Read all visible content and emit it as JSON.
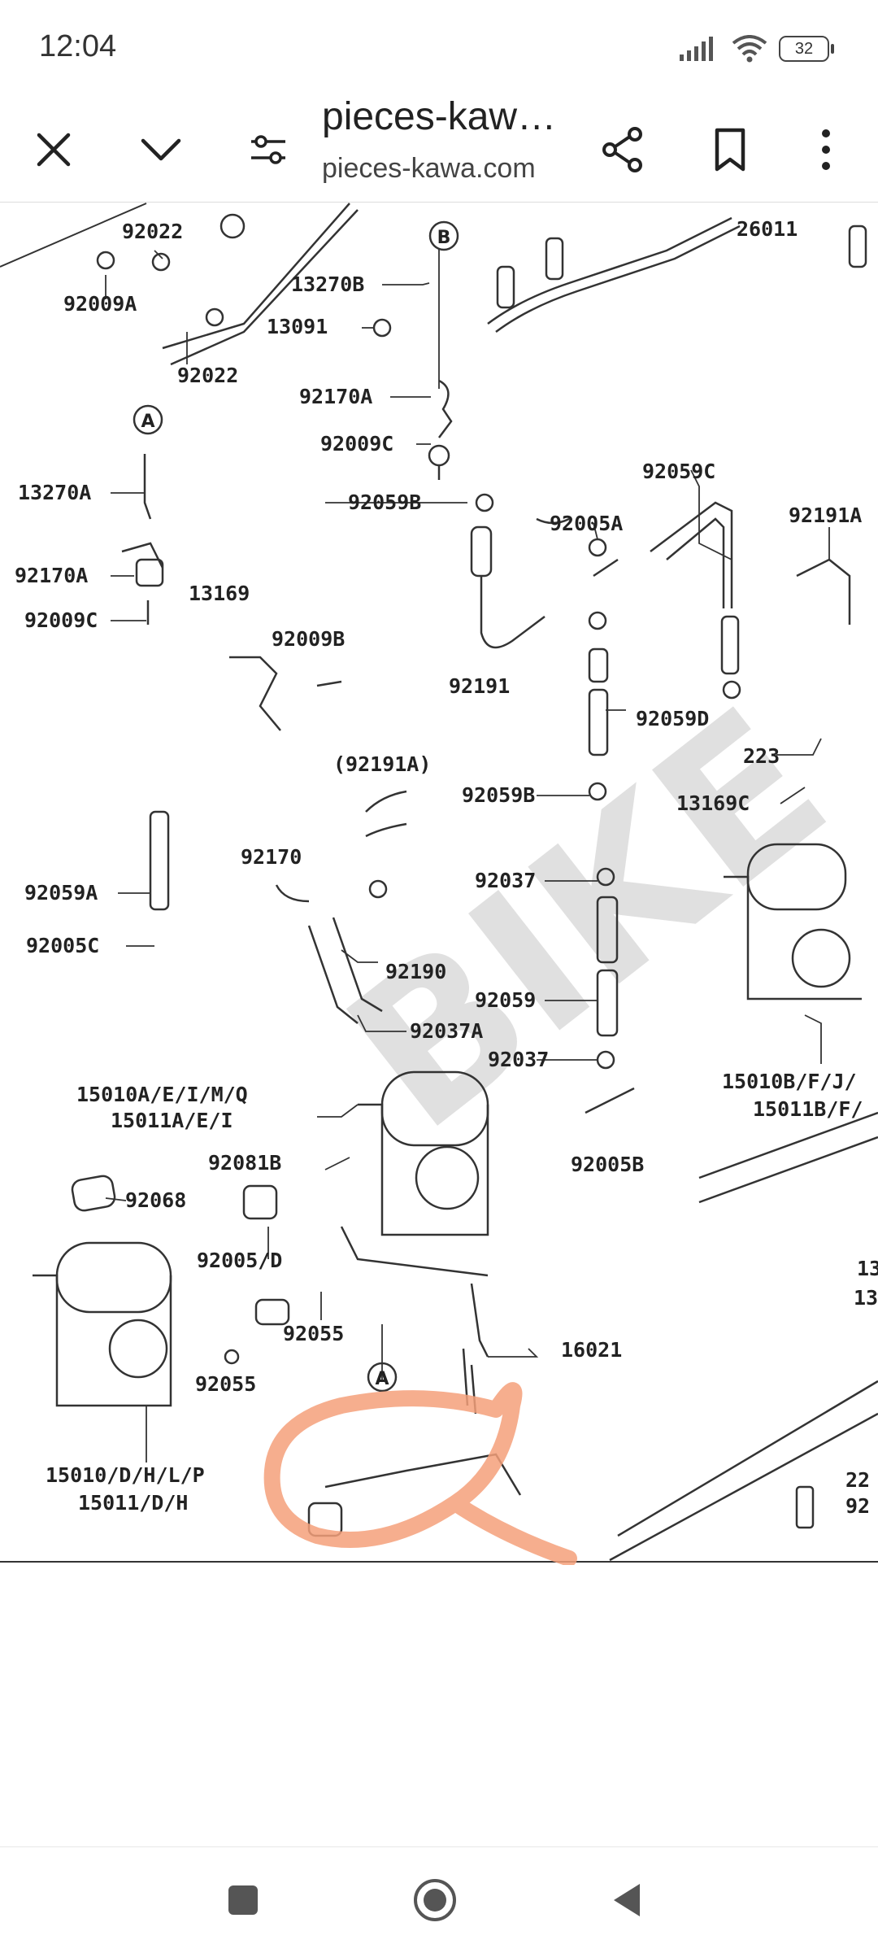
{
  "status_bar": {
    "time": "12:04",
    "battery_level": "32"
  },
  "toolbar": {
    "page_title": "pieces-kaw…",
    "domain": "pieces-kawa.com"
  },
  "parts_labels": [
    "92022",
    "92009A",
    "92022",
    "13270B",
    "13091",
    "92170A",
    "92009C",
    "26011",
    "13270A",
    "92170A",
    "92009C",
    "13169",
    "92009B",
    "92059B",
    "92005A",
    "92059C",
    "92191A",
    "92191",
    "92059D",
    "(92191A)",
    "92059B",
    "223",
    "13169C",
    "92170",
    "92059A",
    "92005C",
    "92190",
    "92037",
    "92059",
    "92037A",
    "92037",
    "15010A/E/I/M/Q",
    "15011A/E/I",
    "92081B",
    "92005B",
    "15010B/F/J/",
    "15011B/F/",
    "92068",
    "92005/D",
    "92055",
    "92055",
    "16021",
    "15010/D/H/L/P",
    "15011/D/H",
    "13",
    "13",
    "22",
    "92"
  ],
  "callouts": [
    "B",
    "A",
    "A"
  ],
  "highlight_color": "#f4a07a",
  "icons": [
    "close-icon",
    "chevron-down-icon",
    "tune-icon",
    "share-icon",
    "bookmark-icon",
    "more-vert-icon",
    "recents-icon",
    "home-icon",
    "back-icon"
  ]
}
